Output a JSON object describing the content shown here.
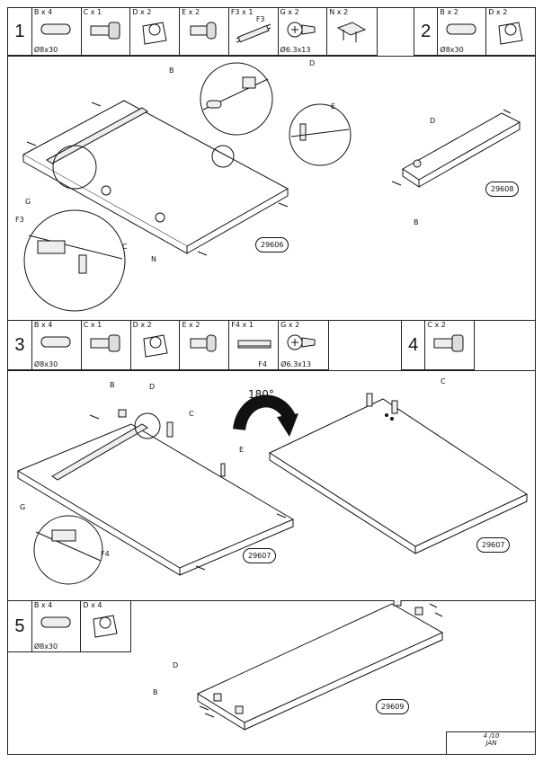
{
  "step1": {
    "number": "1",
    "parts": [
      {
        "qty": "B x 4",
        "dim": "Ø8x30",
        "icon": "dowel-icon"
      },
      {
        "qty": "C x 1",
        "dim": "",
        "icon": "cam-bolt-icon"
      },
      {
        "qty": "D x 2",
        "dim": "",
        "icon": "cam-lock-icon"
      },
      {
        "qty": "E x 2",
        "dim": "",
        "icon": "pin-icon"
      },
      {
        "qty": "F3 x 1",
        "dim": "F3",
        "icon": "drawer-runner-icon"
      },
      {
        "qty": "G x 2",
        "dim": "Ø6.3x13",
        "icon": "screw-icon"
      },
      {
        "qty": "N x 2",
        "dim": "",
        "icon": "bracket-icon"
      }
    ],
    "callouts": {
      "b": "B",
      "d": "D",
      "e": "E",
      "g": "G",
      "f3": "F3",
      "c": "C",
      "n": "N"
    },
    "part_no": "29606"
  },
  "step2": {
    "number": "2",
    "parts": [
      {
        "qty": "B x 2",
        "dim": "Ø8x30",
        "icon": "dowel-icon"
      },
      {
        "qty": "D x 2",
        "dim": "",
        "icon": "cam-lock-icon"
      }
    ],
    "callouts": {
      "d": "D",
      "b": "B"
    },
    "part_no": "29608"
  },
  "step3": {
    "number": "3",
    "parts": [
      {
        "qty": "B x 4",
        "dim": "Ø8x30",
        "icon": "dowel-icon"
      },
      {
        "qty": "C x 1",
        "dim": "",
        "icon": "cam-bolt-icon"
      },
      {
        "qty": "D x 2",
        "dim": "",
        "icon": "cam-lock-icon"
      },
      {
        "qty": "E x 2",
        "dim": "",
        "icon": "pin-icon"
      },
      {
        "qty": "F4 x 1",
        "dim": "F4",
        "icon": "drawer-runner-icon"
      },
      {
        "qty": "G x 2",
        "dim": "Ø6.3x13",
        "icon": "screw-icon"
      }
    ],
    "callouts": {
      "b": "B",
      "d": "D",
      "c": "C",
      "e": "E",
      "g": "G",
      "f4": "F4"
    },
    "part_no": "29607"
  },
  "step4": {
    "number": "4",
    "parts": [
      {
        "qty": "C x 2",
        "dim": "",
        "icon": "cam-bolt-icon"
      }
    ],
    "rotation": "180°",
    "callouts": {
      "c": "C"
    },
    "part_no": "29607"
  },
  "step5": {
    "number": "5",
    "parts": [
      {
        "qty": "B x 4",
        "dim": "Ø8x30",
        "icon": "dowel-icon"
      },
      {
        "qty": "D x 4",
        "dim": "",
        "icon": "cam-lock-icon"
      }
    ],
    "callouts": {
      "d": "D",
      "b": "B"
    },
    "part_no": "29609"
  },
  "footer": {
    "page": "4 /10",
    "model": "JAN"
  }
}
